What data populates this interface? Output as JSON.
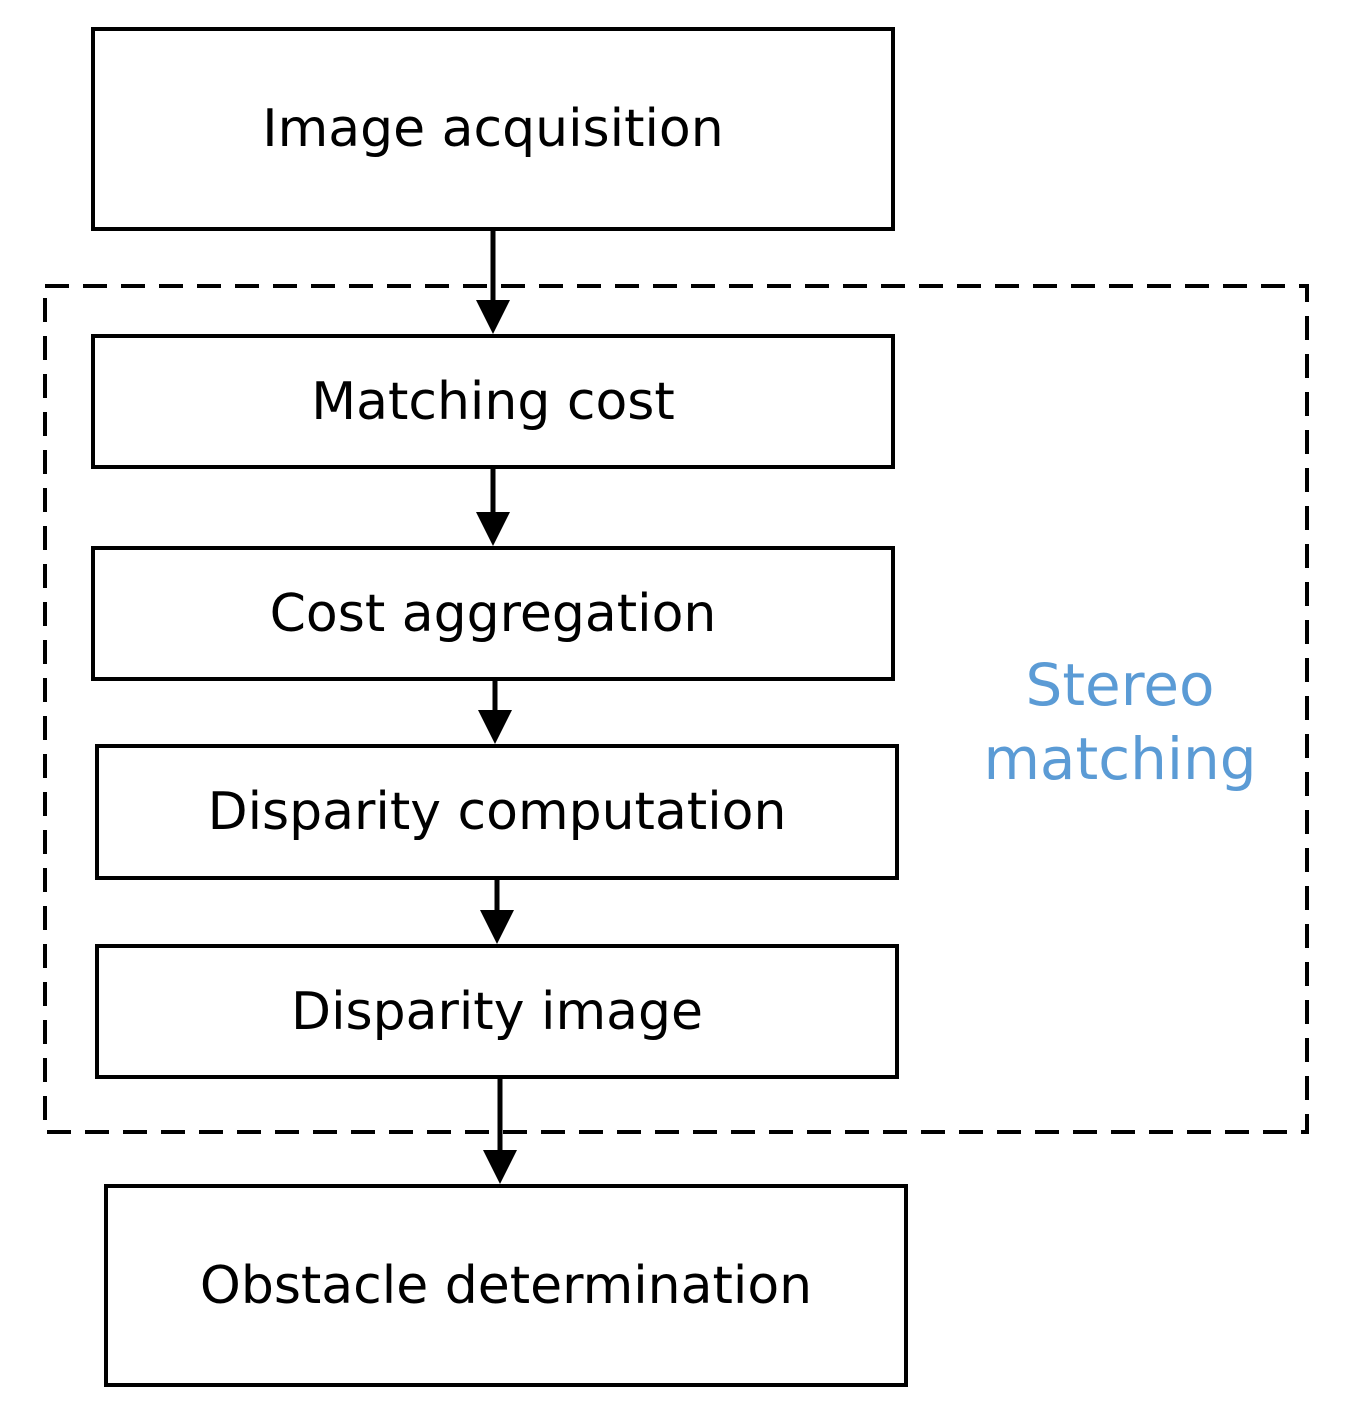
{
  "colors": {
    "line": "#000000",
    "box_fill": "#ffffff",
    "group_label": "#5b9bd5"
  },
  "steps": {
    "image_acquisition": "Image acquisition",
    "matching_cost": "Matching cost",
    "cost_aggregation": "Cost aggregation",
    "disparity_computation": "Disparity computation",
    "disparity_image": "Disparity image",
    "obstacle_determination": "Obstacle determination"
  },
  "group": {
    "label": "Stereo\nmatching",
    "border_style": "dashed"
  },
  "edges": [
    [
      "image_acquisition",
      "matching_cost"
    ],
    [
      "matching_cost",
      "cost_aggregation"
    ],
    [
      "cost_aggregation",
      "disparity_computation"
    ],
    [
      "disparity_computation",
      "disparity_image"
    ],
    [
      "disparity_image",
      "obstacle_determination"
    ]
  ]
}
